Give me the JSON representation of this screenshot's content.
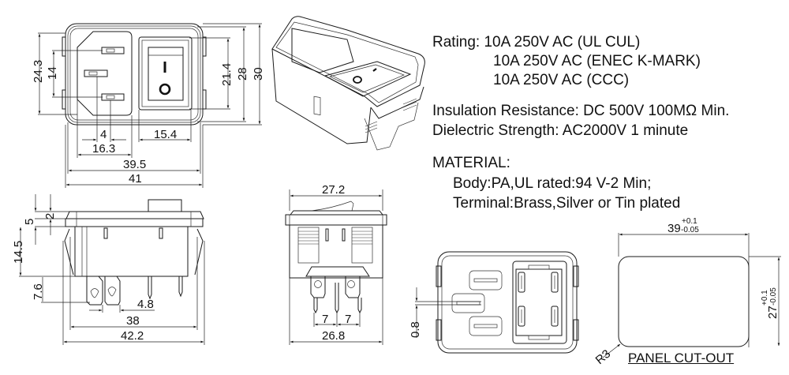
{
  "specs": {
    "rating_label": "Rating:",
    "ratings": [
      "10A 250V AC (UL CUL)",
      "10A 250V AC (ENEC K-MARK)",
      "10A 250V AC (CCC)"
    ],
    "insulation": "Insulation Resistance: DC 500V 100MΩ Min.",
    "dielectric": "Dielectric Strength: AC2000V 1 minute",
    "material_title": "MATERIAL:",
    "body": "Body:PA,UL rated:94 V-2 Min;",
    "terminal": "Terminal:Brass,Silver or Tin plated"
  },
  "front_view": {
    "dims": {
      "h_24_3": "24.3",
      "h_14": "14",
      "h_21_4": "21.4",
      "h_28": "28",
      "h_30": "30",
      "w_4": "4",
      "w_16_3": "16.3",
      "w_15_4": "15.4",
      "w_39_5": "39.5",
      "w_41": "41"
    },
    "switch_symbols": {
      "on": "I",
      "off": "O"
    }
  },
  "side_view": {
    "dims": {
      "h_2": "2",
      "h_5": "5",
      "h_14_5": "14.5",
      "h_7_6": "7.6",
      "w_4_8": "4.8",
      "w_38": "38",
      "w_42_2": "42.2"
    }
  },
  "end_view": {
    "dims": {
      "w_27_2": "27.2",
      "w_7a": "7",
      "w_7b": "7",
      "w_26_8": "26.8"
    }
  },
  "rear_view": {
    "dims": {
      "t_0_8": "0.8"
    }
  },
  "panel_cutout": {
    "label": "PANEL CUT-OUT",
    "width_nominal": "39",
    "width_tol_plus": "+0.1",
    "width_tol_minus": "-0.05",
    "height_nominal": "27",
    "height_tol_plus": "+0.1",
    "height_tol_minus": "-0.05",
    "radius": "R3"
  }
}
